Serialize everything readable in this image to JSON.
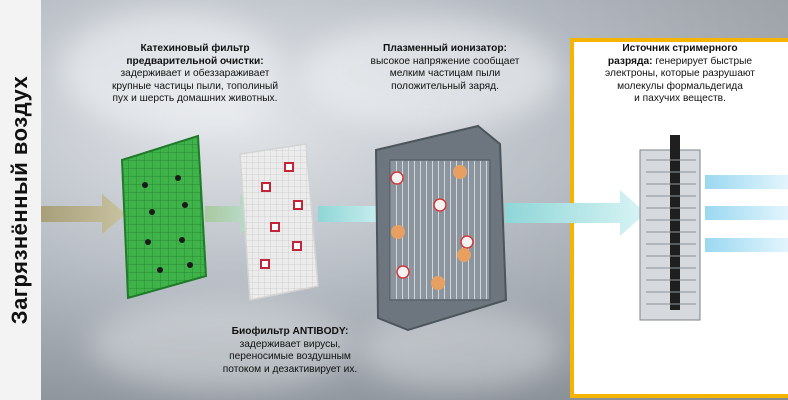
{
  "left_label": "Загрязнённый воздух",
  "catechin": {
    "title_line1": "Катехиновый фильтр",
    "title_line2": "предварительной очистки:",
    "desc_line1": "задерживает и обеззараживает",
    "desc_line2": "крупные частицы пыли, тополиный",
    "desc_line3": "пух и шерсть домашних животных."
  },
  "plasma": {
    "title": "Плазменный ионизатор:",
    "desc_line1": "высокое напряжение сообщает",
    "desc_line2": "мелким частицам пыли",
    "desc_line3": "положительный заряд."
  },
  "streamer": {
    "title_line1": "Источник стримерного",
    "title_line2": "разряда:",
    "desc_line1_rest": " генерирует быстрые",
    "desc_line2": "электроны, которые разрушают",
    "desc_line3": "молекулы формальдегида",
    "desc_line4": "и пахучих веществ."
  },
  "antibody": {
    "title": "Биофильтр ANTIBODY:",
    "desc_line1": "задерживает вирусы,",
    "desc_line2": "переносимые воздушным",
    "desc_line3": "потоком и дезактивирует их."
  },
  "colors": {
    "accent_box": "#f5b400",
    "green_filter": "#3fb34a",
    "arrow_air": "#b9b08a",
    "arrow_clean": "#6fd0d6"
  }
}
